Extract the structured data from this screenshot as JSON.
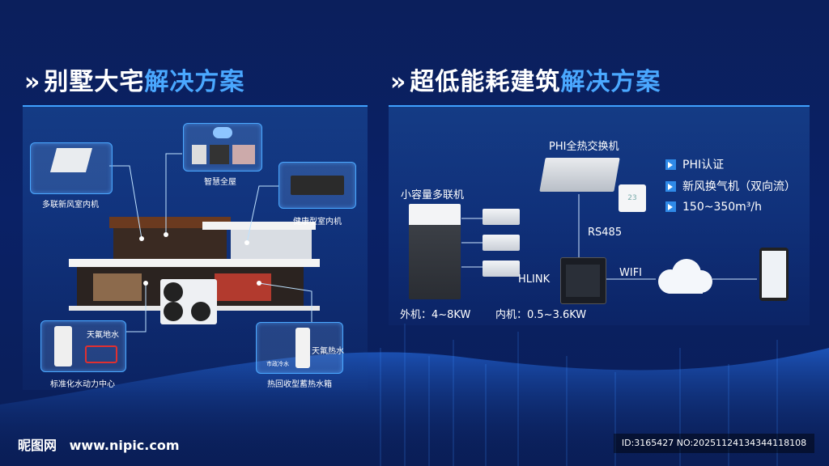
{
  "left": {
    "title_plain": "别墅大宅",
    "title_highlight": "解决方案",
    "labels": {
      "indoor_unit": "多联新风室内机",
      "smart_home": "智慧全屋",
      "healthy_unit": "健康型室内机",
      "power_center": "标准化水动力中心",
      "floor_heating": "天氟地水",
      "water_tank": "热回收型蓄热水箱",
      "tank_badge": "天氟热水",
      "tap_water": "市政冷水"
    }
  },
  "right": {
    "title_plain": "超低能耗建筑",
    "title_highlight": "解决方案",
    "heat_exchanger": "PHI全热交换机",
    "small_vrf": "小容量多联机",
    "rs485": "RS485",
    "hlink": "HLINK",
    "wifi": "WIFI",
    "outdoor": "外机：4~8KW",
    "indoor": "内机：0.5~3.6KW",
    "thermostat_value": "23",
    "bullets": [
      "PHI认证",
      "新风换气机（双向流）",
      "150~350m³/h"
    ]
  },
  "footer": {
    "logo": "昵图网",
    "site": "www.nipic.com",
    "id_text": "ID:3165427 NO:20251124134344118108"
  },
  "colors": {
    "accent": "#4aa8ff",
    "background": "#0a2166"
  }
}
